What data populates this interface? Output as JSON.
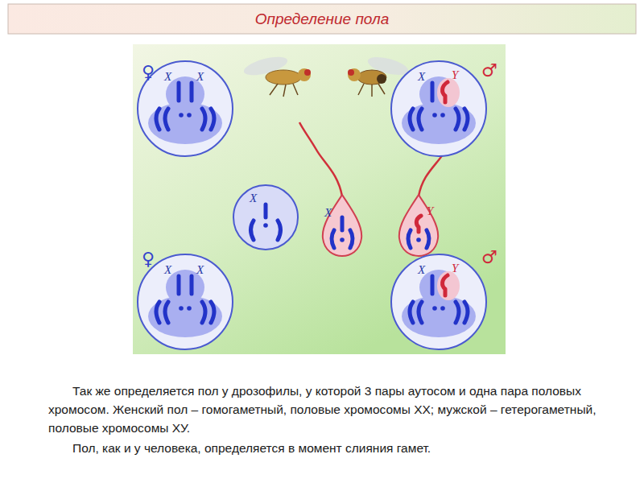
{
  "diagram": {
    "title": "Определение пола",
    "caption": "Так же определяется пол у дрозофилы, у которой 3 пары аутосом и одна пара половых хромосом. Женский пол – гомогаметный, половые хромосомы ХХ; мужской – гетерогаметный, половые хромосомы ХУ.",
    "nodes": [
      {
        "text": [
          "X",
          "X"
        ]
      },
      {
        "text": [
          "X",
          "Y"
        ]
      },
      {
        "text": [
          "X"
        ]
      },
      {
        "text": [
          "X"
        ]
      },
      {
        "text": [
          "Y"
        ]
      },
      {
        "text": [
          "X",
          "X"
        ]
      },
      {
        "text": [
          "X",
          "Y"
        ]
      }
    ],
    "labels": [
      "♀",
      "♂",
      "♀",
      "♂",
      "Пол, как и у человека, определяется в момент слияния гамет."
    ]
  }
}
